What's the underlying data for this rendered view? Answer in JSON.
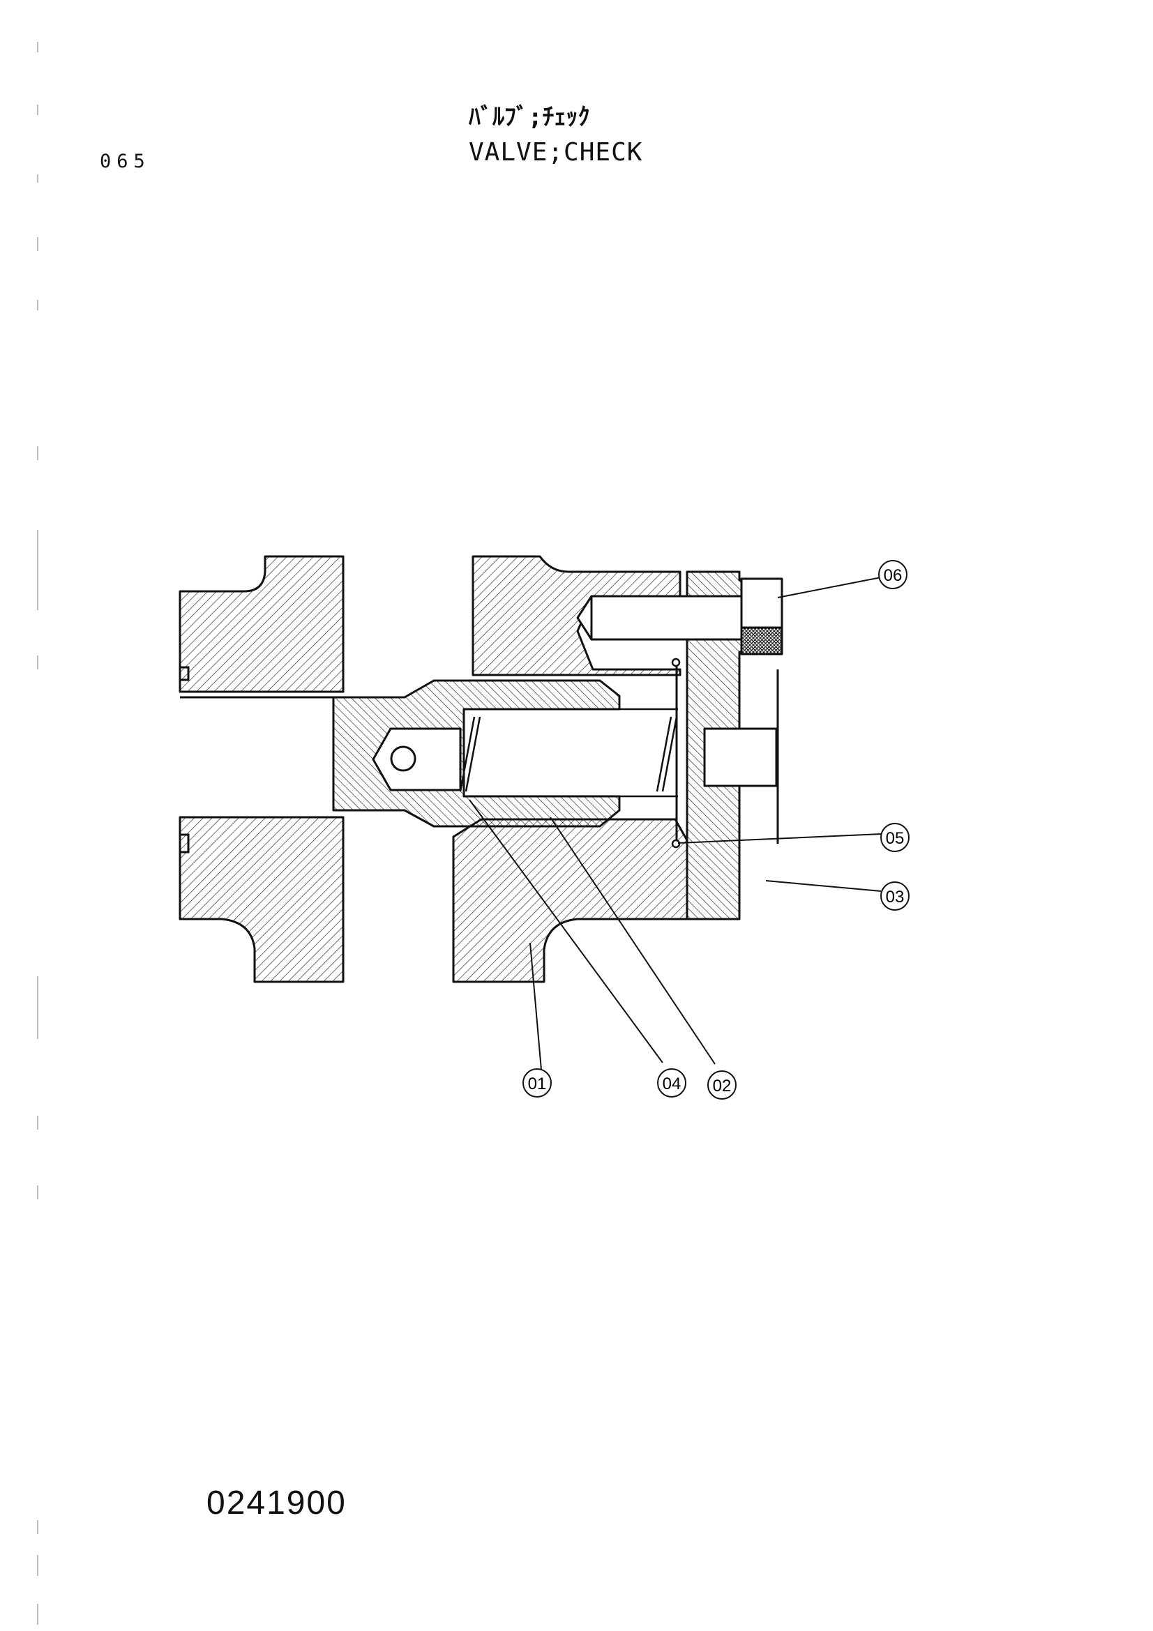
{
  "page_number": "065",
  "title_jp": "ﾊﾞﾙﾌﾞ;ﾁｪｯｸ",
  "title_en": "VALVE;CHECK",
  "drawing_number": "0241900",
  "callouts": {
    "c01": "01",
    "c02": "02",
    "c03": "03",
    "c04": "04",
    "c05": "05",
    "c06": "06"
  }
}
